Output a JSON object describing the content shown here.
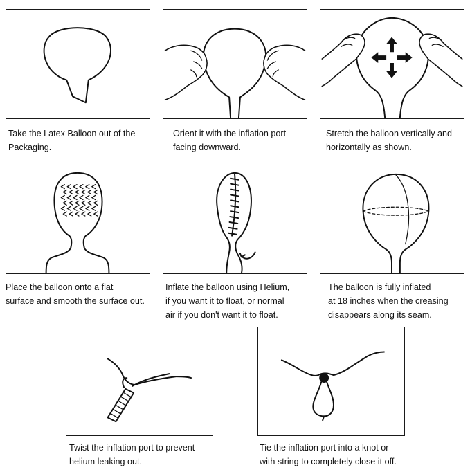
{
  "steps": [
    {
      "id": "step1",
      "lines": [
        "Take the Latex Balloon out of the",
        "Packaging."
      ]
    },
    {
      "id": "step2",
      "lines": [
        "Orient it with the inflation port",
        "facing downward."
      ]
    },
    {
      "id": "step3",
      "lines": [
        "Stretch the balloon vertically and",
        "horizontally as shown."
      ]
    },
    {
      "id": "step4",
      "lines": [
        "Place the balloon onto a flat",
        "surface and smooth the surface out."
      ]
    },
    {
      "id": "step5",
      "lines": [
        "Inflate the balloon using Helium,",
        "if you want it to float, or normal",
        "air if you don't want it to float."
      ]
    },
    {
      "id": "step6",
      "lines": [
        "The balloon is fully inflated",
        "at 18 inches when the creasing",
        "disappears along its seam."
      ]
    },
    {
      "id": "step7",
      "lines": [
        "Twist the inflation port to prevent",
        "helium leaking out."
      ]
    },
    {
      "id": "step8",
      "lines": [
        "Tie the inflation port into a knot or",
        "with string to completely close it off."
      ]
    }
  ],
  "icons": {
    "step1": "deflated-balloon-icon",
    "step2": "hands-holding-balloon-icon",
    "step3": "hands-stretching-balloon-icon",
    "step4": "smoothing-balloon-icon",
    "step5": "creased-inflating-balloon-icon",
    "step6": "inflated-balloon-seam-icon",
    "step7": "twisted-port-icon",
    "step8": "tied-knot-icon"
  }
}
